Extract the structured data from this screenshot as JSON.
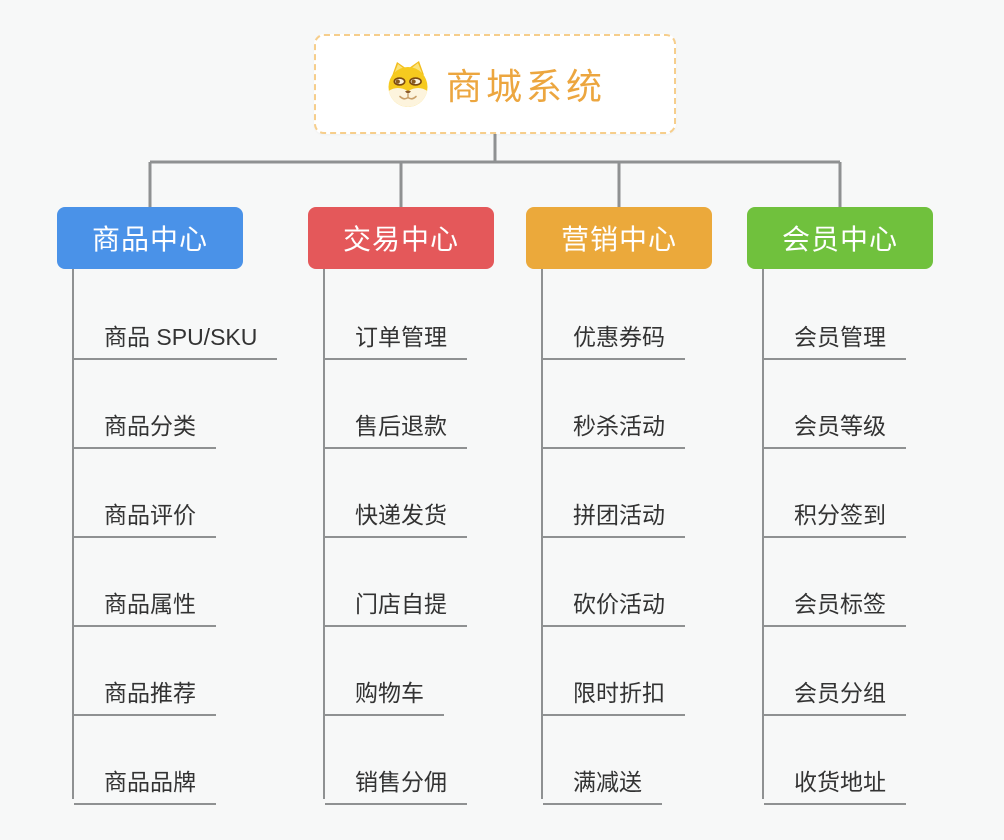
{
  "root": {
    "title": "商城系统",
    "icon": "doge-icon",
    "title_color": "#eca63f",
    "border_color": "#f6ce8c"
  },
  "branches": [
    {
      "label": "商品中心",
      "color": "#4a92e8",
      "children": [
        "商品 SPU/SKU",
        "商品分类",
        "商品评价",
        "商品属性",
        "商品推荐",
        "商品品牌"
      ]
    },
    {
      "label": "交易中心",
      "color": "#e4585a",
      "children": [
        "订单管理",
        "售后退款",
        "快递发货",
        "门店自提",
        "购物车",
        "销售分佣"
      ]
    },
    {
      "label": "营销中心",
      "color": "#eba93b",
      "children": [
        "优惠券码",
        "秒杀活动",
        "拼团活动",
        "砍价活动",
        "限时折扣",
        "满减送"
      ]
    },
    {
      "label": "会员中心",
      "color": "#70c13d",
      "children": [
        "会员管理",
        "会员等级",
        "积分签到",
        "会员标签",
        "会员分组",
        "收货地址"
      ]
    }
  ],
  "connector_color": "#8f9192",
  "background_color": "#f7f8f8",
  "child_text_color": "#333333"
}
